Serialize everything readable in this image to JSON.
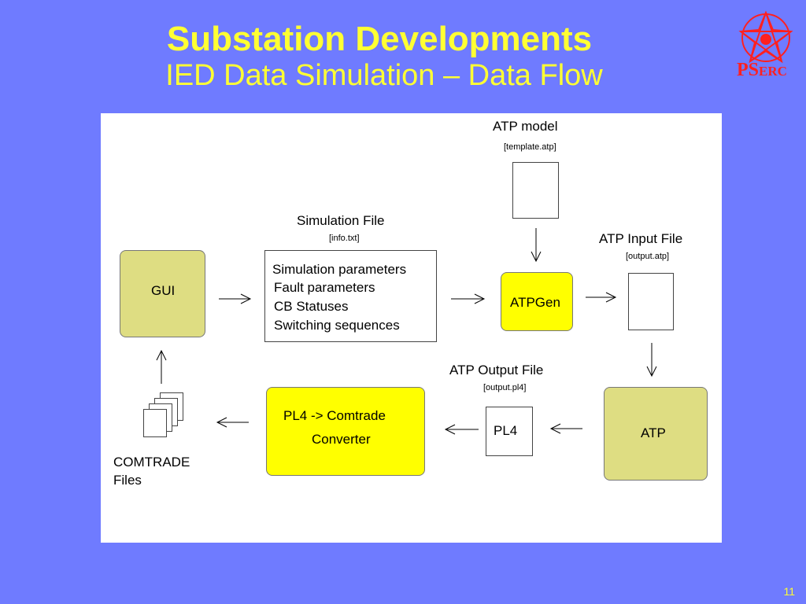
{
  "slide": {
    "title": "Substation Developments",
    "subtitle": "IED Data Simulation – Data Flow",
    "page_number": "11"
  },
  "logo": {
    "text_large": "PS",
    "text_small": "ERC",
    "color": "#ff2020"
  },
  "colors": {
    "background": "#6f7bff",
    "title": "#ffff33",
    "olive_box": "#dedd82",
    "yellow_box": "#ffff00"
  },
  "diagram": {
    "atp_model": {
      "label": "ATP model",
      "file": "[template.atp]"
    },
    "simulation_file": {
      "label": "Simulation File",
      "file": "[info.txt]",
      "lines": [
        "Simulation parameters",
        "Fault parameters",
        "CB Statuses",
        "Switching sequences"
      ]
    },
    "gui": {
      "label": "GUI"
    },
    "atpgen": {
      "label": "ATPGen"
    },
    "atp_input_file": {
      "label": "ATP Input File",
      "file": "[output.atp]"
    },
    "atp": {
      "label": "ATP"
    },
    "atp_output_file": {
      "label": "ATP Output File",
      "file": "[output.pl4]",
      "box_label": "PL4"
    },
    "converter": {
      "line1": "PL4 -> Comtrade",
      "line2": "Converter"
    },
    "comtrade_files": {
      "line1": "COMTRADE",
      "line2": "Files"
    }
  }
}
